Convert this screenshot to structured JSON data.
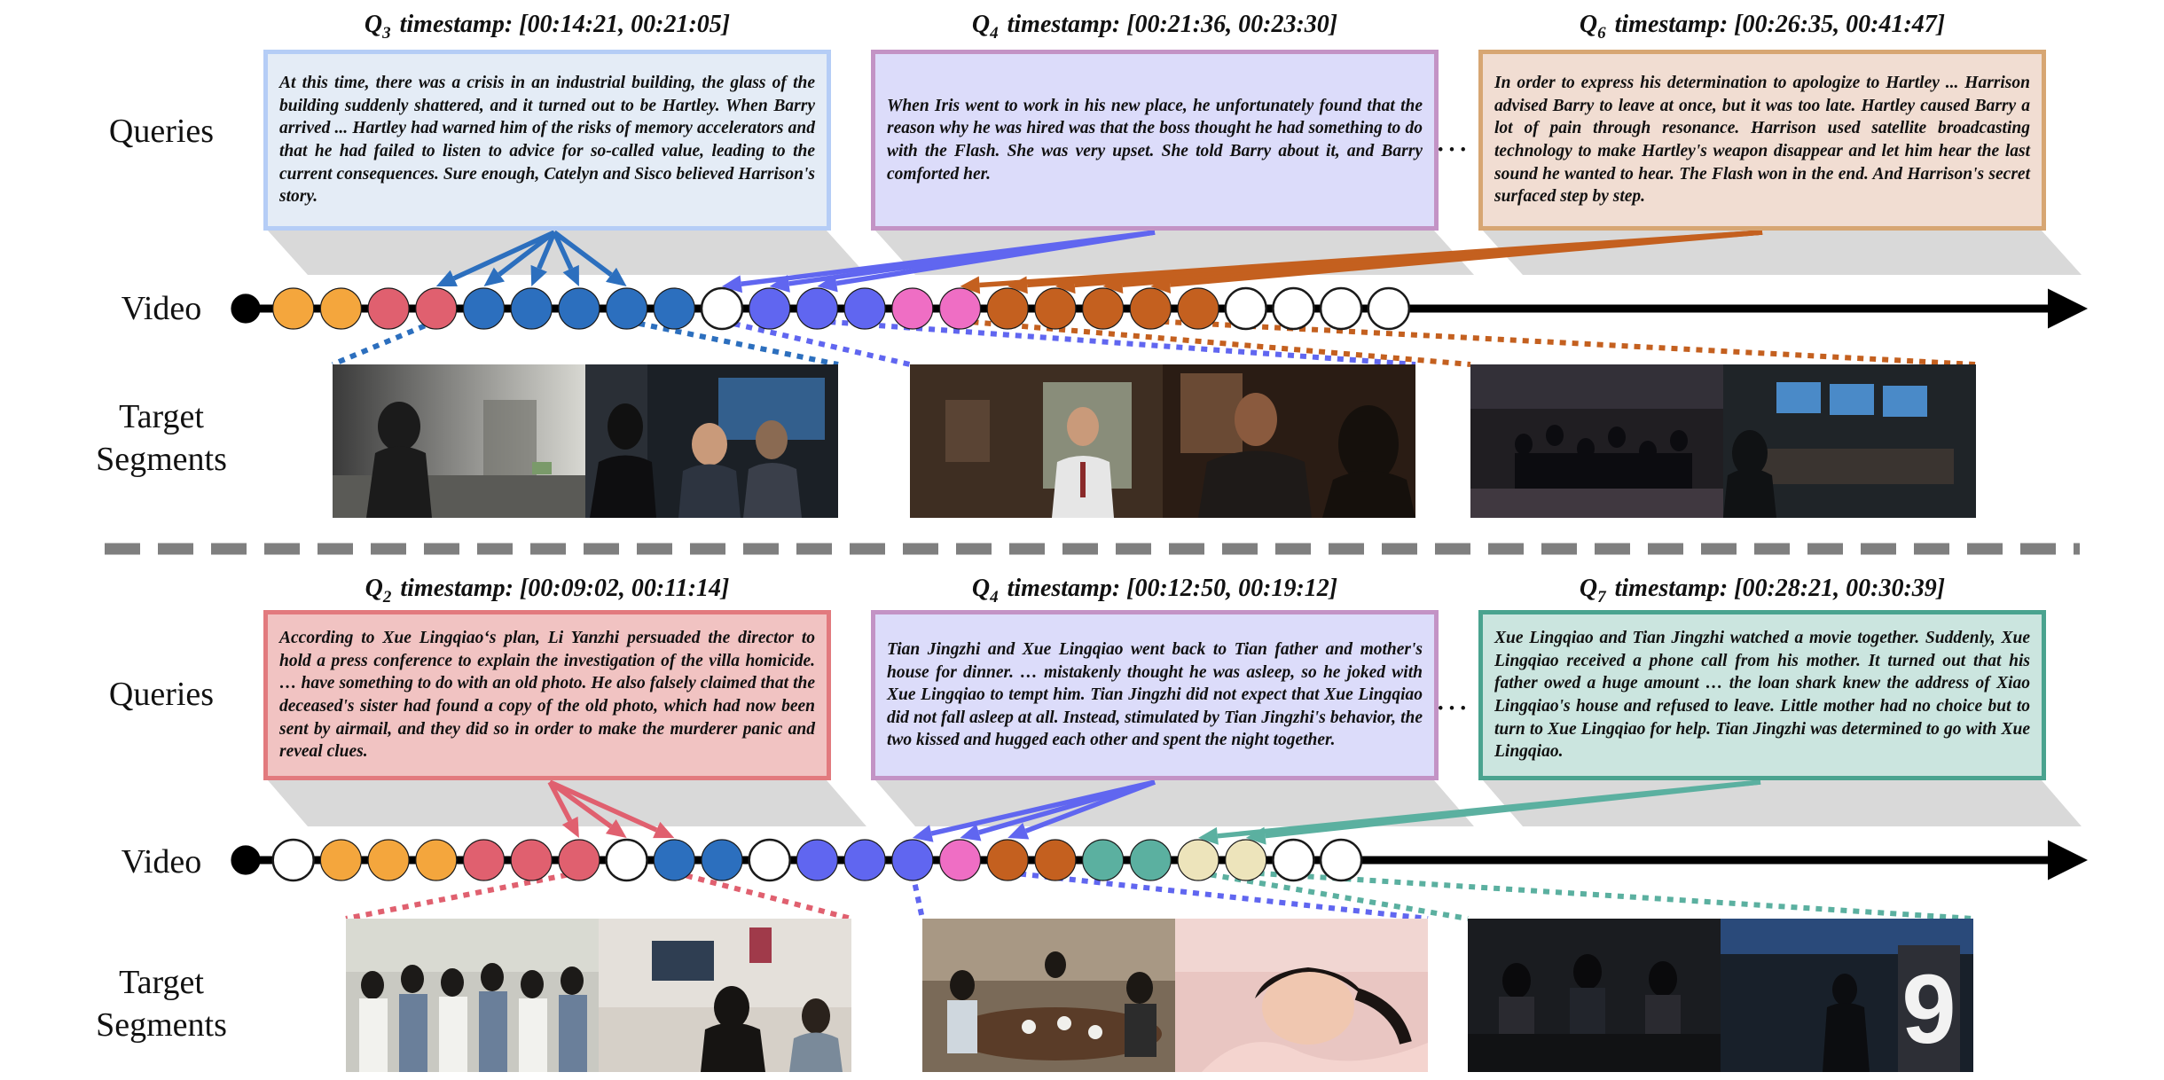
{
  "labels": {
    "queries": "Queries",
    "video": "Video",
    "target_line1": "Target",
    "target_line2": "Segments",
    "ellipsis": "…"
  },
  "colors": {
    "orange": "#f4a63d",
    "pink_red": "#e0606f",
    "blue": "#2c6fbe",
    "white": "#ffffff",
    "periwinkle": "#6066f0",
    "magenta": "#ef6ec4",
    "brown": "#c4601f",
    "teal": "#5bb0a0",
    "cream": "#ede4bb",
    "black": "#000000"
  },
  "panels": [
    {
      "queries": [
        {
          "q": "Q",
          "sub": "3",
          "ts": "timestamp: [00:14:21, 00:21:05]",
          "text": "At this time, there was a crisis in an industrial building, the glass of the building suddenly shattered, and it turned out to be Hartley. When Barry arrived ... Hartley had warned him of the risks of memory accelerators and that he had failed to listen to advice for so-called value, leading to the current consequences. Sure enough, Catelyn and Sisco believed Harrison's story.",
          "border": "#b5cdf6",
          "fill": "#e4ecf6",
          "arrow": "#2c6fbe",
          "targets": [
            4,
            5,
            6,
            7,
            8
          ]
        },
        {
          "q": "Q",
          "sub": "4",
          "ts": "timestamp: [00:21:36, 00:23:30]",
          "text": "When Iris went to work in his new place, he unfortunately found that the reason why he was hired was that the boss thought he had something to do with the Flash. She was very upset. She told Barry about it, and Barry comforted her.",
          "border": "#c393c5",
          "fill": "#dcdcfa",
          "arrow": "#6066f0",
          "targets": [
            10,
            11,
            12
          ]
        },
        {
          "q": "Q",
          "sub": "6",
          "ts": "timestamp: [00:26:35, 00:41:47]",
          "text": "In order to express his determination to apologize to Hartley ... Harrison advised Barry to leave at once, but it was too late. Hartley caused Barry a lot of pain through resonance. Harrison used satellite broadcasting technology to make Hartley's weapon disappear and let him hear the last sound he wanted to hear. The Flash won in the end. And Harrison's secret surfaced step by step.",
          "border": "#d7a673",
          "fill": "#f1ddd2",
          "arrow": "#c4601f",
          "targets": [
            15,
            16,
            17,
            18,
            19
          ]
        }
      ],
      "nodes": [
        "black",
        "orange",
        "orange",
        "pink_red",
        "pink_red",
        "blue",
        "blue",
        "blue",
        "blue",
        "blue",
        "white",
        "periwinkle",
        "periwinkle",
        "periwinkle",
        "magenta",
        "magenta",
        "brown",
        "brown",
        "brown",
        "brown",
        "brown",
        "white",
        "white",
        "white",
        "white"
      ]
    },
    {
      "queries": [
        {
          "q": "Q",
          "sub": "2",
          "ts": "timestamp: [00:09:02, 00:11:14]",
          "text": "According to Xue Lingqiao‘s plan, Li Yanzhi persuaded the director to hold a press conference to explain the investigation of the villa homicide. … have something to do with an old photo. He also falsely claimed that the deceased's sister had found a copy of the old photo, which had now been sent by airmail, and they did so in order to make the murderer panic and reveal clues.",
          "border": "#e27a7e",
          "fill": "#f1c3c2",
          "arrow": "#e0606f",
          "targets": [
            7,
            8,
            9
          ]
        },
        {
          "q": "Q",
          "sub": "4",
          "ts": "timestamp: [00:12:50, 00:19:12]",
          "text": "Tian Jingzhi and Xue Lingqiao went back to Tian father and mother's house for dinner. … mistakenly thought he was asleep, so he joked with Xue Lingqiao to tempt him. Tian Jingzhi did not expect that Xue Lingqiao did not fall asleep at all. Instead, stimulated by Tian Jingzhi's behavior, the two kissed and hugged each other and spent the night together.",
          "border": "#c393c5",
          "fill": "#dcdcfa",
          "arrow": "#6066f0",
          "targets": [
            14,
            15,
            16
          ]
        },
        {
          "q": "Q",
          "sub": "7",
          "ts": "timestamp: [00:28:21, 00:30:39]",
          "text": "Xue Lingqiao and Tian Jingzhi watched a movie together. Suddenly, Xue Lingqiao received a phone call from his mother. It turned out that his father owed a huge amount … the loan shark knew the address of Xiao Lingqiao's house and refused to leave. Little mother had no choice but to turn to Xue Lingqiao for help. Tian Jingzhi was determined to go with Xue Lingqiao.",
          "border": "#4aa38f",
          "fill": "#cbe5df",
          "arrow": "#5bb0a0",
          "targets": [
            20,
            21
          ]
        }
      ],
      "nodes": [
        "black",
        "white",
        "orange",
        "orange",
        "orange",
        "pink_red",
        "pink_red",
        "pink_red",
        "white",
        "blue",
        "blue",
        "white",
        "periwinkle",
        "periwinkle",
        "periwinkle",
        "magenta",
        "brown",
        "brown",
        "teal",
        "teal",
        "cream",
        "cream",
        "white",
        "white"
      ]
    }
  ]
}
